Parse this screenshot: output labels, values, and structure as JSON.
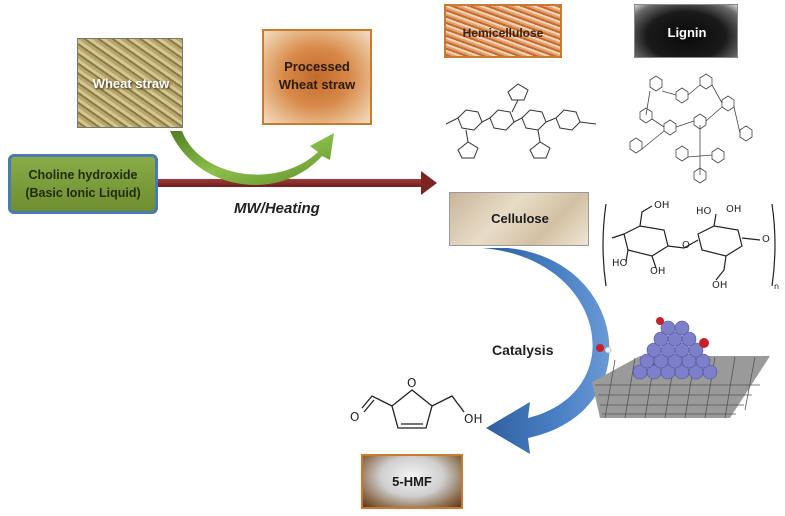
{
  "nodes": {
    "wheat_straw": "Wheat straw",
    "processed_wheat_straw_line1": "Processed",
    "processed_wheat_straw_line2": "Wheat straw",
    "hemicellulose": "Hemicellulose",
    "lignin": "Lignin",
    "choline_line1": "Choline hydroxide",
    "choline_line2": "(Basic Ionic Liquid)",
    "cellulose": "Cellulose",
    "hmf": "5-HMF"
  },
  "edges": {
    "mw_heating": "MW/Heating",
    "catalysis": "Catalysis"
  },
  "structure_labels": {
    "oh": "OH",
    "ho": "HO",
    "o": "O",
    "n": "n"
  },
  "colors": {
    "green_box_fill": "#7a9a3a",
    "green_box_border": "#4a7ab0",
    "photo_border": "#c87a30",
    "red_arrow": "#8b2a2a",
    "green_arrow": "#5e8f2a",
    "blue_arrow": "#3a6fb5"
  }
}
